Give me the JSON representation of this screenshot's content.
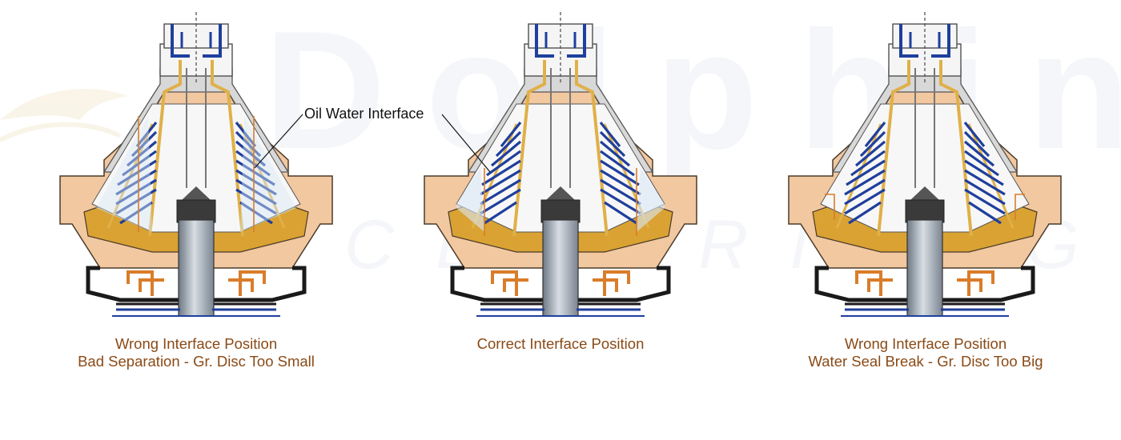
{
  "watermark": {
    "brand_text": "Dolphin",
    "tagline_text": "CENTRIFUGE"
  },
  "callout": {
    "label": "Oil Water Interface"
  },
  "separators": [
    {
      "state": "wrong-small",
      "caption_line1": "Wrong Interface Position",
      "caption_line2": "Bad Separation - Gr. Disc Too Small"
    },
    {
      "state": "correct",
      "caption_line1": "Correct Interface Position",
      "caption_line2": ""
    },
    {
      "state": "wrong-big",
      "caption_line1": "Wrong Interface Position",
      "caption_line2": "Water Seal Break - Gr. Disc Too Big"
    }
  ],
  "colors": {
    "caption": "#8a4a16",
    "water": "#d8e8f6",
    "disc": "#1f3f9c",
    "bowl_gold": "#e0b048",
    "housing_peach": "#f2c8a0",
    "spindle": "#8e9aa6",
    "frame_orange": "#d97d2a"
  }
}
